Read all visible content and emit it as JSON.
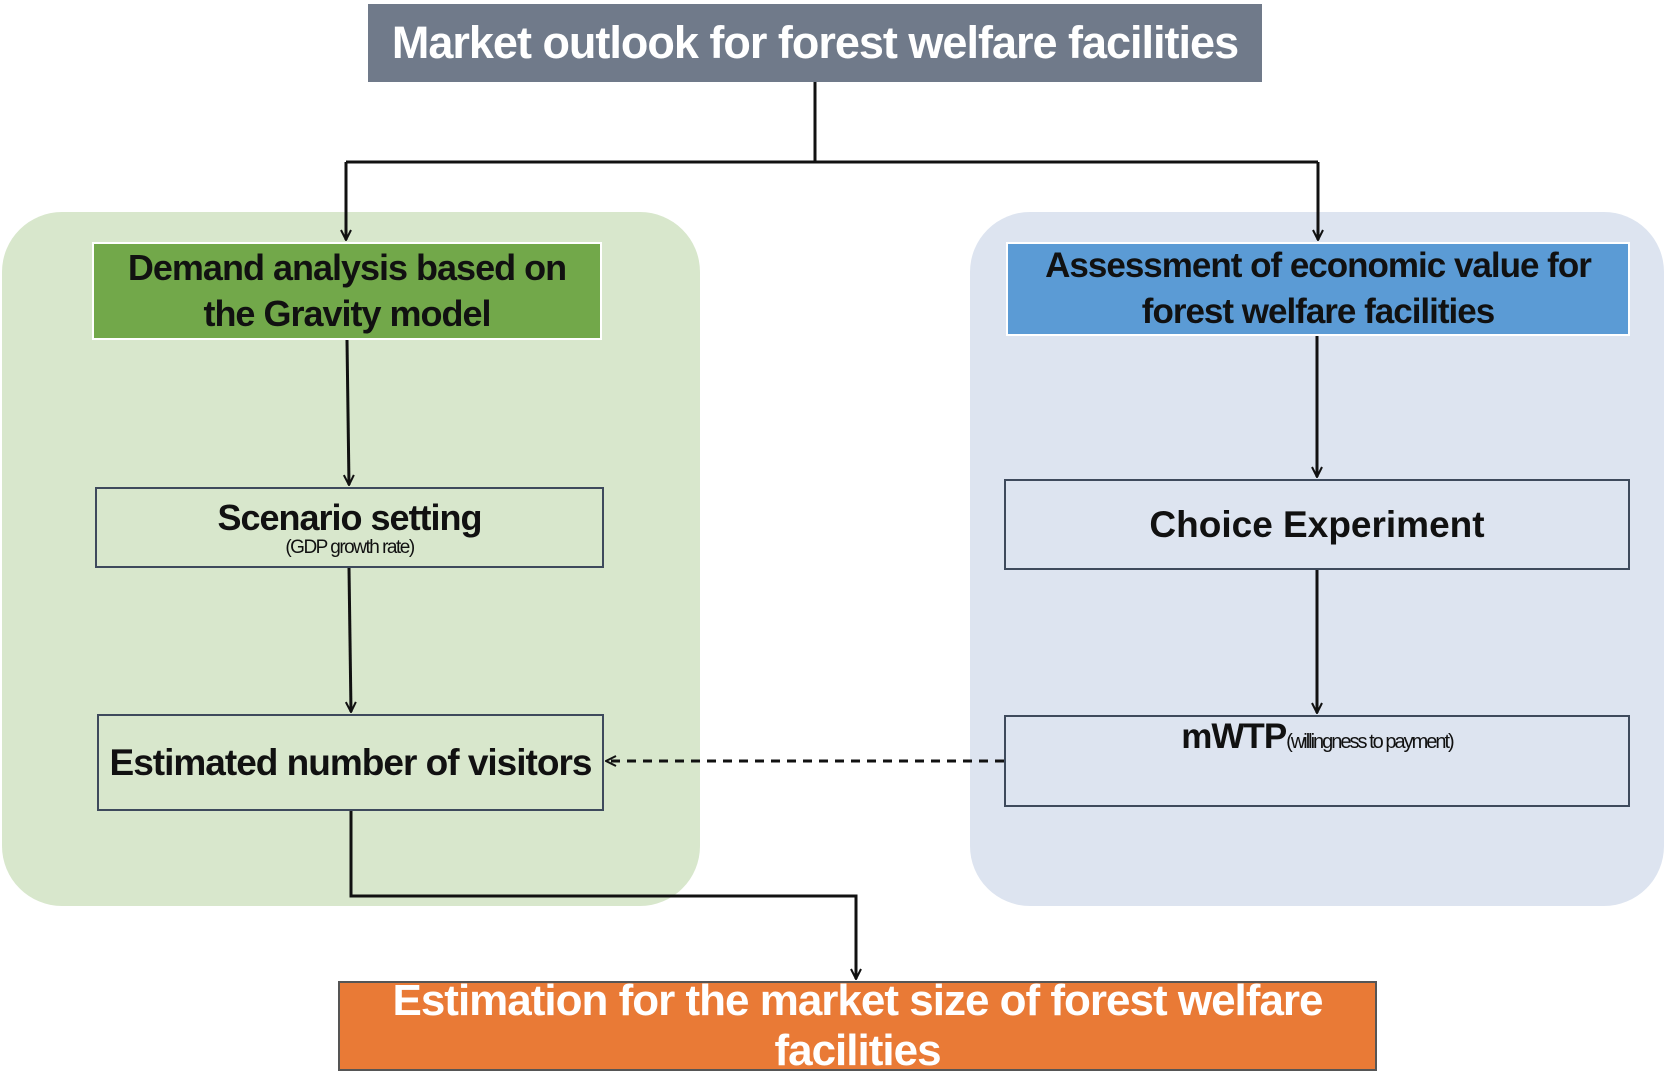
{
  "title": "Market outlook for forest welfare facilities",
  "left_branch": {
    "heading_line1": "Demand analysis based on",
    "heading_line2": "the Gravity model",
    "scenario_label": "Scenario setting",
    "scenario_sub": "(GDP growth rate)",
    "visitors_label": "Estimated number of visitors"
  },
  "right_branch": {
    "heading_line1": "Assessment of economic value for",
    "heading_line2": "forest welfare facilities",
    "choice_label": "Choice Experiment",
    "mwtp_label": "mWTP",
    "mwtp_sub": "(willingness to payment)"
  },
  "result": "Estimation for the market size of forest welfare facilities",
  "colors": {
    "title_bg": "#707a8a",
    "left_panel": "#d8e7cc",
    "left_heading": "#72a84a",
    "right_panel": "#dde4f0",
    "right_heading": "#5b9bd5",
    "result_bg": "#e97a36"
  }
}
